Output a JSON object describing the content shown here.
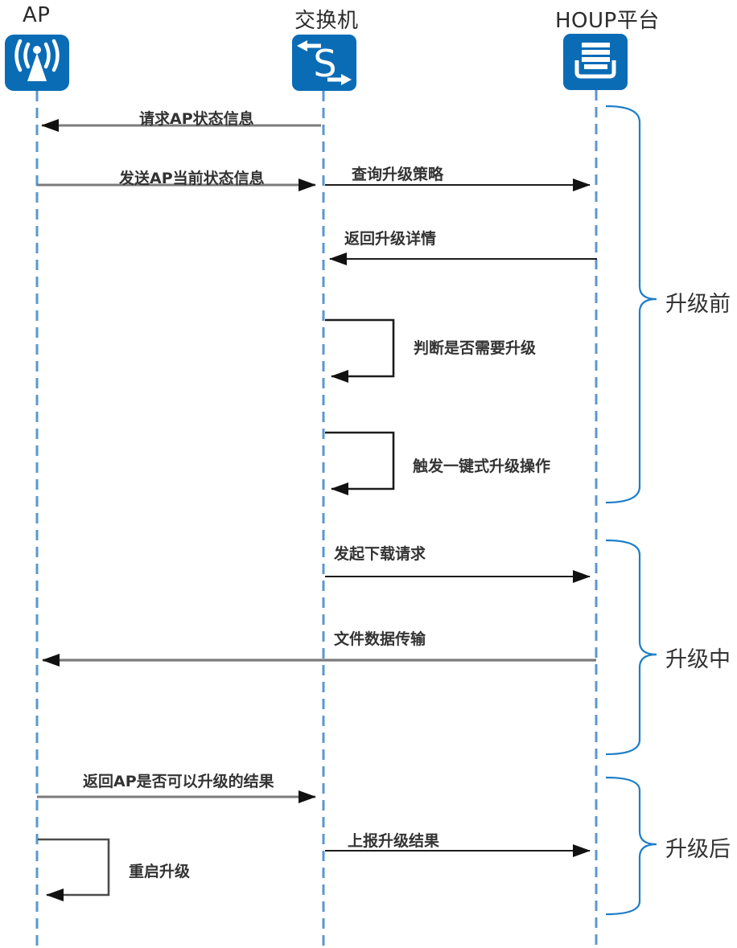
{
  "actors": [
    {
      "name": "AP",
      "icon": "wireless-ap-icon"
    },
    {
      "name": "交换机",
      "icon": "switch-icon",
      "icon_letter": "S"
    },
    {
      "name": "HOUP平台",
      "icon": "platform-icon"
    }
  ],
  "messages": [
    {
      "label": "请求AP状态信息",
      "from": "交换机",
      "to": "AP",
      "line_style": "gray"
    },
    {
      "label": "发送AP当前状态信息",
      "from": "AP",
      "to": "交换机",
      "line_style": "gray"
    },
    {
      "label": "查询升级策略",
      "from": "交换机",
      "to": "HOUP平台",
      "line_style": "black"
    },
    {
      "label": "返回升级详情",
      "from": "HOUP平台",
      "to": "交换机",
      "line_style": "black"
    },
    {
      "label": "判断是否需要升级",
      "type": "self",
      "actor": "交换机",
      "line_style": "black"
    },
    {
      "label": "触发一键式升级操作",
      "type": "self",
      "actor": "交换机",
      "line_style": "black"
    },
    {
      "label": "发起下载请求",
      "from": "交换机",
      "to": "HOUP平台",
      "line_style": "black"
    },
    {
      "label": "文件数据传输",
      "from": "HOUP平台",
      "to": "AP",
      "line_style": "gray"
    },
    {
      "label": "返回AP是否可以升级的结果",
      "from": "AP",
      "to": "交换机",
      "line_style": "gray"
    },
    {
      "label": "上报升级结果",
      "from": "交换机",
      "to": "HOUP平台",
      "line_style": "black"
    },
    {
      "label": "重启升级",
      "type": "self",
      "actor": "AP",
      "line_style": "gray"
    }
  ],
  "phases": [
    {
      "label": "升级前"
    },
    {
      "label": "升级中"
    },
    {
      "label": "升级后"
    }
  ],
  "colors": {
    "icon_blue": "#0b6cb6",
    "lifeline_blue": "#5b97cd",
    "brace_blue": "#1e7ec8",
    "arrow_gray": "#7b7b7b",
    "arrow_black": "#1c1c1c",
    "text": "#333333"
  }
}
